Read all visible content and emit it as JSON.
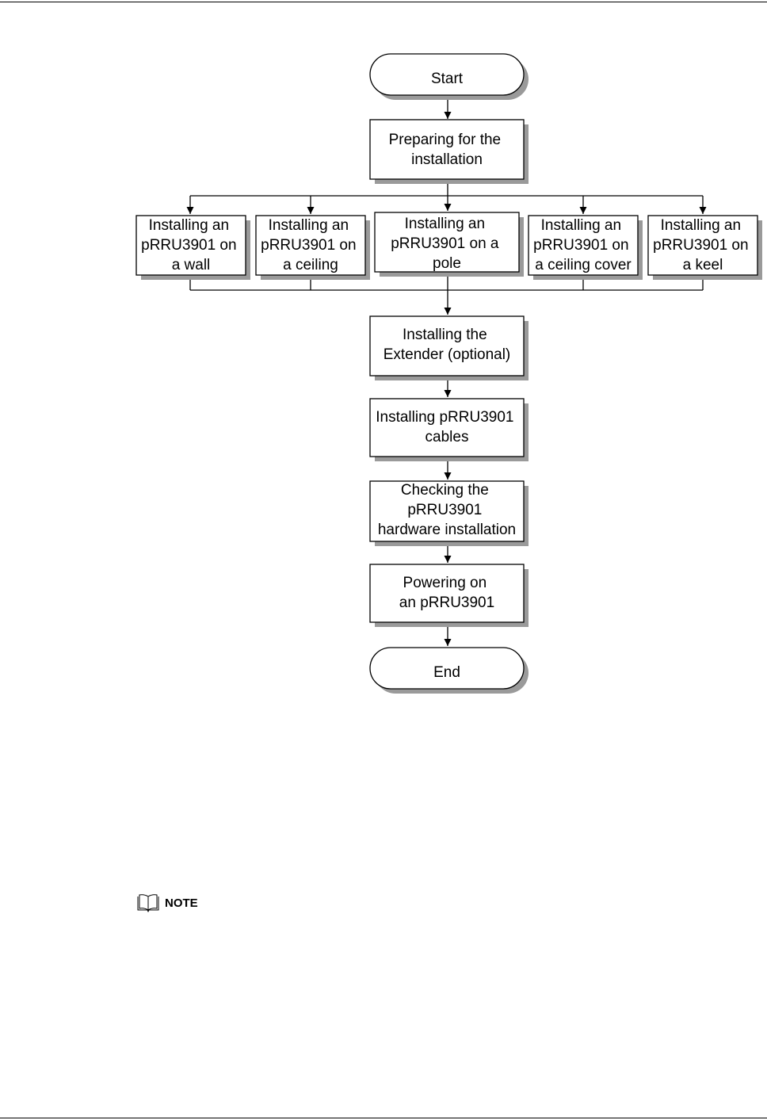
{
  "flowchart": {
    "start": "Start",
    "prepare": [
      "Preparing for the",
      "installation"
    ],
    "options": [
      [
        "Installing an",
        "pRRU3901 on",
        "a wall"
      ],
      [
        "Installing an",
        "pRRU3901 on",
        "a ceiling"
      ],
      [
        "Installing an",
        "pRRU3901 on a",
        "pole"
      ],
      [
        "Installing an",
        "pRRU3901 on",
        "a ceiling cover"
      ],
      [
        "Installing an",
        "pRRU3901 on",
        "a keel"
      ]
    ],
    "extender": [
      "Installing the",
      "Extender (optional)"
    ],
    "cables": [
      "Installing pRRU3901",
      "cables"
    ],
    "check": [
      "Checking the",
      "pRRU3901",
      "hardware installation"
    ],
    "power": [
      "Powering on",
      "an pRRU3901"
    ],
    "end": "End"
  },
  "note": {
    "icon": "book-icon",
    "label": "NOTE"
  }
}
